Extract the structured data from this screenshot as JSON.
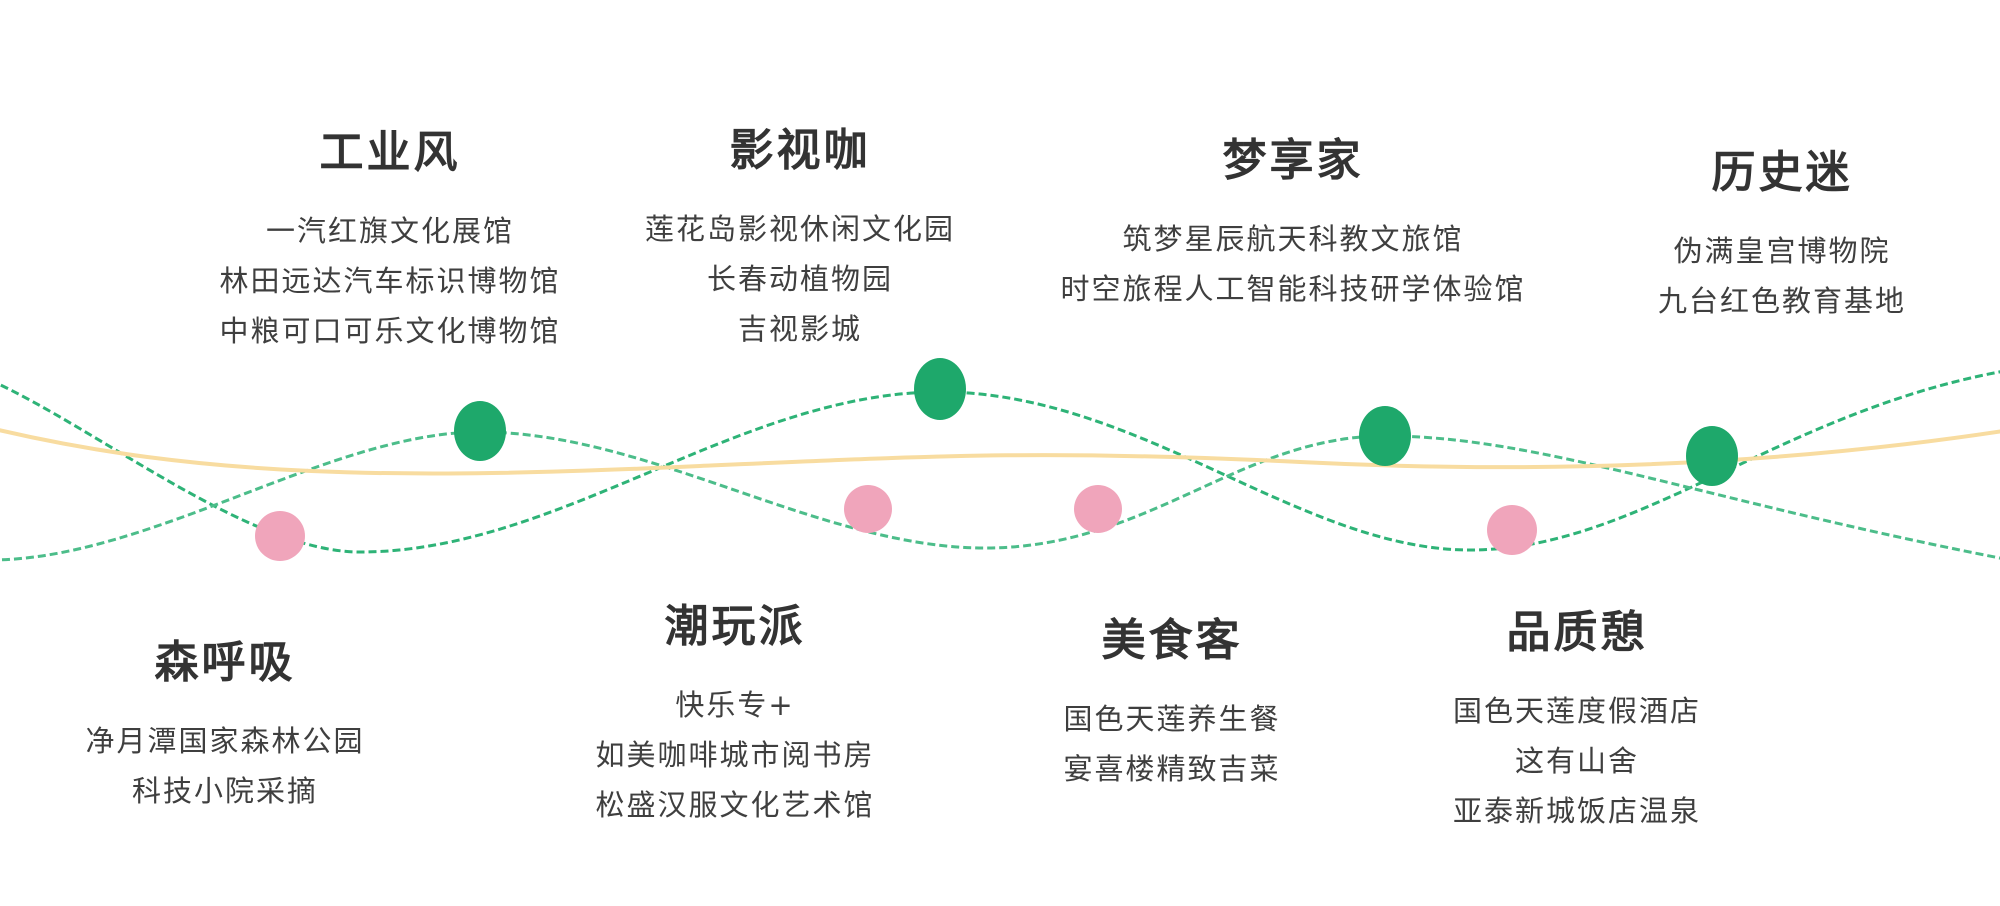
{
  "diagram": {
    "description_type": "tourism-theme-wave-infographic",
    "groups": [
      {
        "id": "industrial",
        "title": "工业风",
        "row": "top",
        "items": [
          "一汽红旗文化展馆",
          "林田远达汽车标识博物馆",
          "中粮可口可乐文化博物馆"
        ]
      },
      {
        "id": "film",
        "title": "影视咖",
        "row": "top",
        "items": [
          "莲花岛影视休闲文化园",
          "长春动植物园",
          "吉视影城"
        ]
      },
      {
        "id": "dream",
        "title": "梦享家",
        "row": "top",
        "items": [
          "筑梦星辰航天科教文旅馆",
          "时空旅程人工智能科技研学体验馆"
        ]
      },
      {
        "id": "history",
        "title": "历史迷",
        "row": "top",
        "items": [
          "伪满皇宫博物院",
          "九台红色教育基地"
        ]
      },
      {
        "id": "forest",
        "title": "森呼吸",
        "row": "bottom",
        "items": [
          "净月潭国家森林公园",
          "科技小院采摘"
        ]
      },
      {
        "id": "trendy",
        "title": "潮玩派",
        "row": "bottom",
        "items": [
          "快乐专+",
          "如美咖啡城市阅书房",
          "松盛汉服文化艺术馆"
        ]
      },
      {
        "id": "food",
        "title": "美食客",
        "row": "bottom",
        "items": [
          "国色天莲养生餐",
          "宴喜楼精致吉菜"
        ]
      },
      {
        "id": "quality",
        "title": "品质憩",
        "row": "bottom",
        "items": [
          "国色天莲度假酒店",
          "这有山舍",
          "亚泰新城饭店温泉"
        ]
      }
    ],
    "markers": {
      "green_dots": 4,
      "pink_dots": 4
    }
  },
  "colors": {
    "background": "#ffffff",
    "title_color": "#333333",
    "item_color": "#3f3f3f",
    "green_dot": "#1ea86b",
    "pink_dot": "#f0a5bb",
    "green_line_dark": "#2eb377",
    "green_line_light": "#4cbd8a",
    "yellow_line": "#f8dca0"
  }
}
